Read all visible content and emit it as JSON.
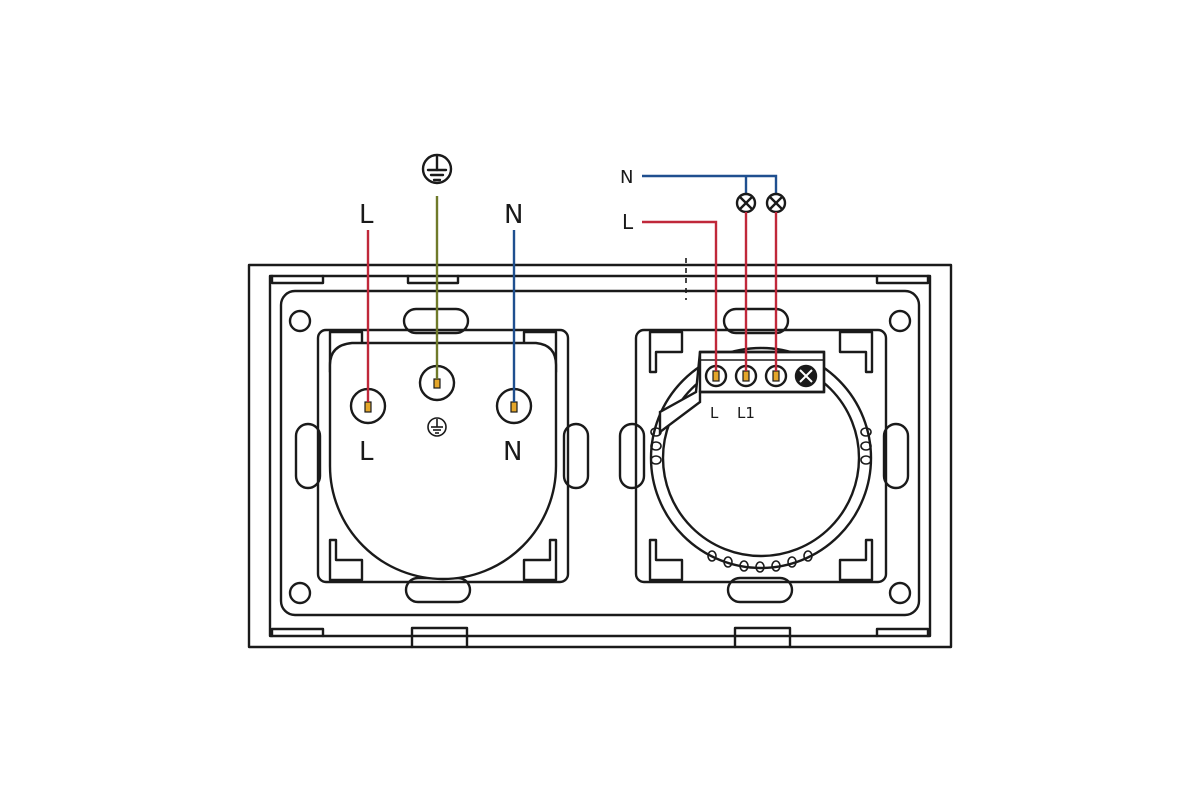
{
  "colors": {
    "outline": "#1a1a1a",
    "live_wire": "#c0283a",
    "neutral_wire": "#1f4f8f",
    "earth_wire": "#6f7a2a",
    "terminal_pin": "#e4a62a",
    "background": "#ffffff"
  },
  "socket": {
    "wire_labels": {
      "live": "L",
      "neutral": "N"
    },
    "terminal_labels": {
      "live": "L",
      "neutral": "N"
    },
    "earth_symbol": "earth-ground-symbol"
  },
  "switch": {
    "wire_labels": {
      "live": "L",
      "neutral": "N"
    },
    "terminal_labels": {
      "live": "L",
      "load": "L1"
    },
    "lamps": [
      "lamp-symbol",
      "lamp-symbol"
    ]
  }
}
